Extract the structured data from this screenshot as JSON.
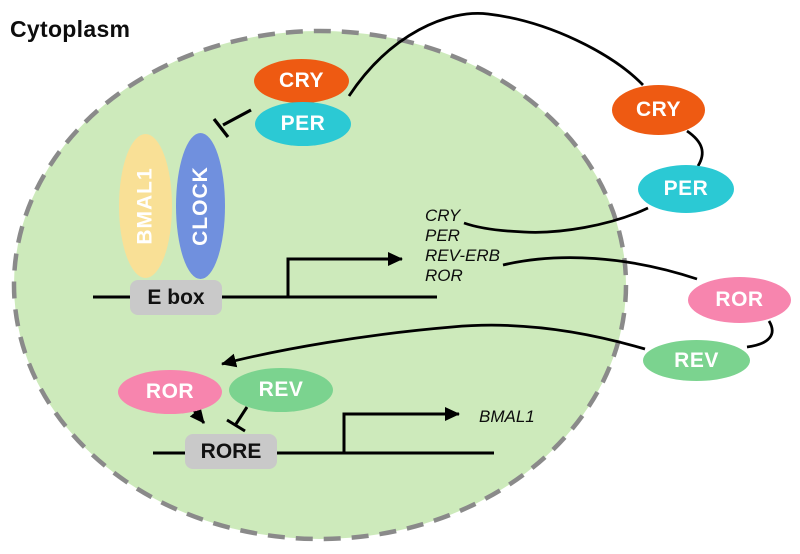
{
  "diagram": {
    "cytoplasm_label": "Cytoplasm",
    "nucleus": {
      "repressor_complex": {
        "cry": "CRY",
        "per": "PER"
      },
      "activator_complex": {
        "bmal1": "BMAL1",
        "clock": "CLOCK"
      },
      "ebox_element": "E box",
      "ebox_transcripts": [
        "CRY",
        "PER",
        "REV-ERB",
        "ROR"
      ],
      "rore_regulators": {
        "ror": "ROR",
        "rev": "REV"
      },
      "rore_element": "RORE",
      "rore_transcript": "BMAL1"
    },
    "cytoplasm_proteins": {
      "cry": "CRY",
      "per": "PER",
      "ror": "ROR",
      "rev": "REV"
    },
    "colors": {
      "cry": "#EE5A12",
      "per": "#2BC9D4",
      "ror": "#F785AE",
      "rev": "#7BD38F",
      "bmal1": "#F9E096",
      "clock": "#7090DE",
      "nucleus_fill": "#CDEABB",
      "nucleus_border": "#8A8A8A",
      "dna_element_box": "#C9C9C9",
      "line": "#000000"
    }
  }
}
